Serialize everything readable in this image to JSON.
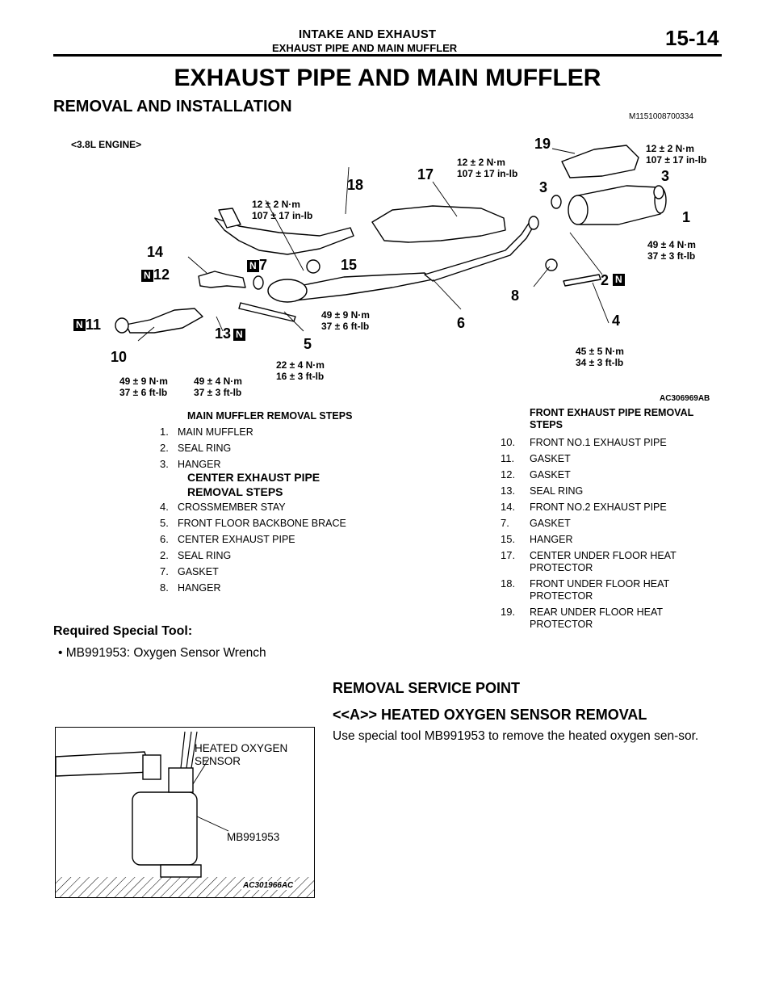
{
  "header": {
    "section": "INTAKE AND EXHAUST",
    "subsection": "EXHAUST PIPE AND MAIN MUFFLER",
    "page": "15-14"
  },
  "title": "EXHAUST PIPE AND MAIN MUFFLER",
  "section_title": "REMOVAL AND INSTALLATION",
  "doc_code": "M1151008700334",
  "figure": {
    "engine_label": "<3.8L ENGINE>",
    "figure_code": "AC306969AB",
    "torque": {
      "t1a": "12 ± 2 N·m",
      "t1b": "107 ± 17 in-lb",
      "t2a": "12 ± 2 N·m",
      "t2b": "107 ± 17 in-lb",
      "t3a": "12 ± 2 N·m",
      "t3b": "107 ± 17 in-lb",
      "t4a": "49 ± 4 N·m",
      "t4b": "37 ± 3 ft-lb",
      "t5a": "49 ± 9 N·m",
      "t5b": "37 ± 6 ft-lb",
      "t6a": "22 ± 4 N·m",
      "t6b": "16 ± 3 ft-lb",
      "t7a": "45 ± 5 N·m",
      "t7b": "34 ± 3 ft-lb",
      "t8a": "49 ± 9 N·m",
      "t8b": "37 ± 6 ft-lb",
      "t9a": "49 ± 4 N·m",
      "t9b": "37 ± 3 ft-lb"
    },
    "callouts": {
      "c1": "1",
      "c2": "2",
      "c3a": "3",
      "c3b": "3",
      "c4": "4",
      "c5": "5",
      "c6": "6",
      "c7": "7",
      "c8": "8",
      "c10": "10",
      "c11": "11",
      "c12": "12",
      "c13": "13",
      "c14": "14",
      "c15": "15",
      "c17": "17",
      "c18": "18",
      "c19": "19",
      "n": "N"
    }
  },
  "main_muffler": {
    "heading": "MAIN MUFFLER REMOVAL STEPS",
    "steps": [
      {
        "n": "1.",
        "t": "MAIN MUFFLER"
      },
      {
        "n": "2.",
        "t": "SEAL RING"
      },
      {
        "n": "3.",
        "t": "HANGER"
      }
    ]
  },
  "center_pipe": {
    "heading1": "CENTER EXHAUST PIPE",
    "heading2": "REMOVAL STEPS",
    "steps": [
      {
        "n": "4.",
        "t": "CROSSMEMBER STAY"
      },
      {
        "n": "5.",
        "t": "FRONT FLOOR BACKBONE BRACE"
      },
      {
        "n": "6.",
        "t": "CENTER EXHAUST PIPE"
      },
      {
        "n": "2.",
        "t": "SEAL RING"
      },
      {
        "n": "7.",
        "t": "GASKET"
      },
      {
        "n": "8.",
        "t": "HANGER"
      }
    ]
  },
  "front_pipe": {
    "heading1": "FRONT EXHAUST PIPE REMOVAL",
    "heading2": "STEPS",
    "steps": [
      {
        "n": "10.",
        "t": "FRONT NO.1 EXHAUST PIPE",
        "t2": ""
      },
      {
        "n": "11.",
        "t": "GASKET",
        "t2": ""
      },
      {
        "n": "12.",
        "t": "GASKET",
        "t2": ""
      },
      {
        "n": "13.",
        "t": "SEAL RING",
        "t2": ""
      },
      {
        "n": "14.",
        "t": "FRONT NO.2 EXHAUST PIPE",
        "t2": ""
      },
      {
        "n": "7.",
        "t": "GASKET",
        "t2": ""
      },
      {
        "n": "15.",
        "t": "HANGER",
        "t2": ""
      },
      {
        "n": "17.",
        "t": "CENTER UNDER FLOOR HEAT",
        "t2": "PROTECTOR"
      },
      {
        "n": "18.",
        "t": "FRONT UNDER FLOOR HEAT",
        "t2": "PROTECTOR"
      },
      {
        "n": "19.",
        "t": "REAR UNDER FLOOR HEAT",
        "t2": "PROTECTOR"
      }
    ]
  },
  "special_tool": {
    "heading": "Required Special Tool:",
    "item": "MB991953: Oxygen Sensor Wrench"
  },
  "removal": {
    "heading": "REMOVAL SERVICE POINT",
    "subheading": "<<A>> HEATED OXYGEN SENSOR REMOVAL",
    "text": "Use special tool MB991953 to remove the heated oxygen sen-sor."
  },
  "figure2": {
    "label1": "HEATED OXYGEN",
    "label2": "SENSOR",
    "tool": "MB991953",
    "code": "AC301966AC"
  }
}
